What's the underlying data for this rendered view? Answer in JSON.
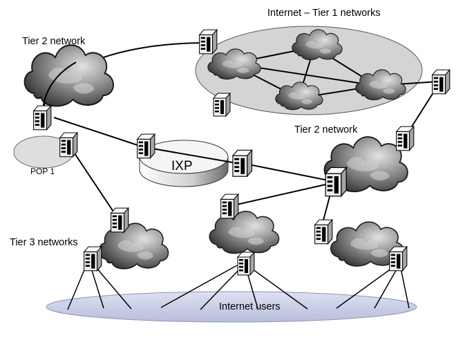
{
  "labels": {
    "tier1": "Internet – Tier 1 networks",
    "tier2_left": "Tier 2 network",
    "tier2_right": "Tier 2 network",
    "pop": "POP 1",
    "ixp": "IXP",
    "tier3": "Tier 3 networks",
    "users": "Internet users"
  },
  "colors": {
    "tier1_region": "#d4d4d4",
    "users_band": "#c9cfe6",
    "cloud_dark": "#3c3c3c",
    "cloud_light": "#bdbdbd",
    "router_body": "#ececec",
    "line": "#000000"
  }
}
